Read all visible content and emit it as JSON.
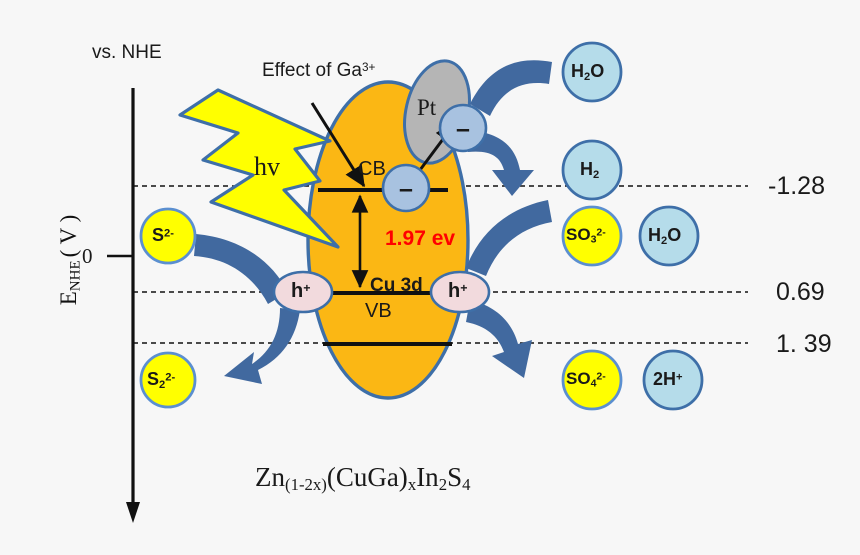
{
  "diagram": {
    "title_formula": "Zn(1-2x)(CuGa)xIn2S4",
    "axis": {
      "label": "E_NHE (V)",
      "label_main": "E",
      "label_sub": "NHE",
      "label_unit": "( V )",
      "top_note": "vs. NHE",
      "zero_tick": "0"
    },
    "potential_labels": [
      {
        "value": "-1.28",
        "level": "cb"
      },
      {
        "value": "0.69",
        "level": "vb"
      },
      {
        "value": "1. 39",
        "level": "lower"
      }
    ],
    "particle": {
      "fill_color": "#FBB714",
      "stroke_color": "#3E6FA8",
      "cb_label": "CB",
      "vb_label": "VB",
      "cu3d_label": "Cu 3d",
      "bandgap_label": "1.97 ev",
      "bandgap_color": "#FF0000"
    },
    "cocatalyst": {
      "label": "Pt",
      "fill_color": "#B5B5B5",
      "stroke_color": "#3E6FA8"
    },
    "excitation": {
      "photon_label": "hv",
      "bolt_color": "#FFFF00",
      "bolt_stroke": "#3E6FA8"
    },
    "annotation": {
      "ga_effect": "Effect of Ga",
      "ga_effect_sup": "3+"
    },
    "carriers": [
      {
        "name": "electron-cb",
        "symbol": "–",
        "fill": "#A8C2E0"
      },
      {
        "name": "electron-pt",
        "symbol": "–",
        "fill": "#A8C2E0"
      },
      {
        "name": "hole-left",
        "symbol": "h",
        "sup": "+",
        "fill": "#F2DADD"
      },
      {
        "name": "hole-right",
        "symbol": "h",
        "sup": "+",
        "fill": "#F2DADD"
      }
    ],
    "species": [
      {
        "id": "s2-minus",
        "main": "S",
        "sub": "",
        "sup": "2-",
        "fill": "#FFFF00",
        "stroke": "#5B8FD0"
      },
      {
        "id": "s2-2minus",
        "main": "S",
        "sub": "2",
        "sup": "2-",
        "fill": "#FFFF00",
        "stroke": "#5B8FD0"
      },
      {
        "id": "h2o-top",
        "main": "H",
        "sub": "2",
        "sup": "",
        "tail": "O",
        "fill": "#B5DCEA",
        "stroke": "#3E6FA8"
      },
      {
        "id": "h2",
        "main": "H",
        "sub": "2",
        "sup": "",
        "tail": "",
        "fill": "#B5DCEA",
        "stroke": "#3E6FA8"
      },
      {
        "id": "so3",
        "main": "SO",
        "sub": "3",
        "sup": "2-",
        "fill": "#FFFF00",
        "stroke": "#5B8FD0"
      },
      {
        "id": "h2o-mid",
        "main": "H",
        "sub": "2",
        "sup": "",
        "tail": "O",
        "fill": "#B5DCEA",
        "stroke": "#3E6FA8"
      },
      {
        "id": "so4",
        "main": "SO",
        "sub": "4",
        "sup": "2-",
        "fill": "#FFFF00",
        "stroke": "#5B8FD0"
      },
      {
        "id": "2h-plus",
        "main": "2H",
        "sub": "",
        "sup": "+",
        "fill": "#B5DCEA",
        "stroke": "#3E6FA8"
      }
    ],
    "colors": {
      "arrow_blue": "#41699F",
      "arrow_blue_light": "#4E7BB5",
      "background": "#F7F7F7",
      "black": "#111111"
    }
  }
}
